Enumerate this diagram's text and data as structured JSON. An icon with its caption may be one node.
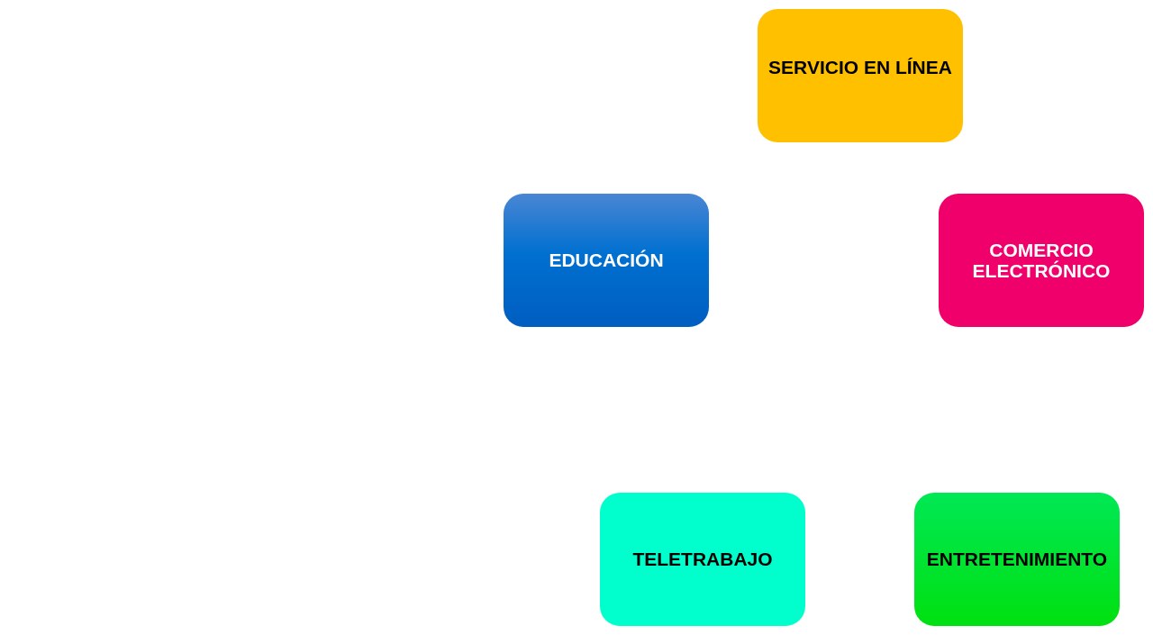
{
  "diagram": {
    "nodes": [
      {
        "text": [
          "SERVICIO EN LÍNEA"
        ]
      },
      {
        "text": [
          "EDUCACIÓN"
        ]
      },
      {
        "text": [
          "COMERCIO ELECTRÓNICO"
        ]
      },
      {
        "text": [
          "TELETRABAJO"
        ]
      },
      {
        "text": [
          "ENTRETENIMIENTO"
        ]
      }
    ]
  }
}
